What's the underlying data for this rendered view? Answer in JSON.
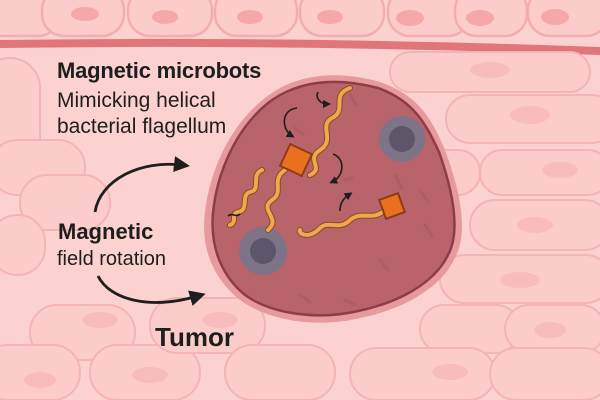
{
  "diagram": {
    "title": "Magnetic microbots",
    "subtitle_line1": "Mimicking helical",
    "subtitle_line2": "bacterial flagellum",
    "rotation_label_line1": "Magnetic",
    "rotation_label_line2": "field rotation",
    "tumor_label": "Tumor"
  },
  "colors": {
    "background": "#fcd2d0",
    "cell_fill": "#fccccb",
    "cell_outline": "#f2aeae",
    "cell_nucleus": "#f6a8a8",
    "vessel_band": "#e0767a",
    "tumor_fill": "#b9646a",
    "tumor_border": "#8e3c48",
    "tumor_halo": "#e69a9c",
    "flagellum": "#f0a84a",
    "microbot_head": "#e8701e",
    "immune_cell_outer": "#7d7488",
    "immune_cell_inner": "#5d566a",
    "arrow": "#1e1e1e"
  }
}
